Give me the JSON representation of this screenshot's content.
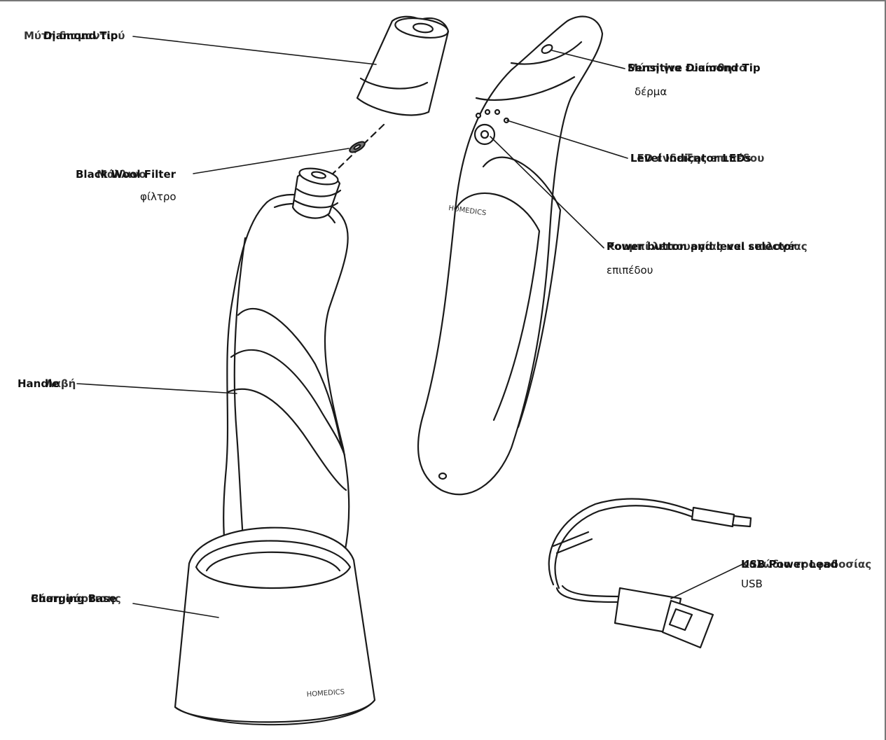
{
  "labels": {
    "diamond_tip": {
      "en": "Diamond Tip",
      "el": "Μύτη διαμαντιού"
    },
    "sensitive_tip": {
      "en": "Sensitive Diamond Tip",
      "el": "Μύτη για ευαίσθητο",
      "el_line2": "δέρμα"
    },
    "wool_filter": {
      "en": "Black Wool Filter",
      "el": "Μάλλινο",
      "el_line2": "φίλτρο"
    },
    "level_leds": {
      "en": "Level Indicator LEDs",
      "el": "LED ένδειξης επιπέδου"
    },
    "power_button": {
      "en": "Power button and level selector",
      "el": "Κουμπί λειτουργίας και επιλογέας",
      "el_line2": "επιπέδου"
    },
    "handle": {
      "en": "Handle",
      "el": "Λαβή"
    },
    "charging_base": {
      "en": "Charging Base",
      "el": "Βάση φόρτισης"
    },
    "usb_lead": {
      "en": "USB Power Lead",
      "el": "Καλώδιο τροφοδοσίας",
      "el_line2": "USB"
    }
  },
  "brand": "HOMEDICS",
  "colors": {
    "line": "#1a1a1a",
    "shade": "#bdbdbd",
    "paper": "#ffffff"
  }
}
